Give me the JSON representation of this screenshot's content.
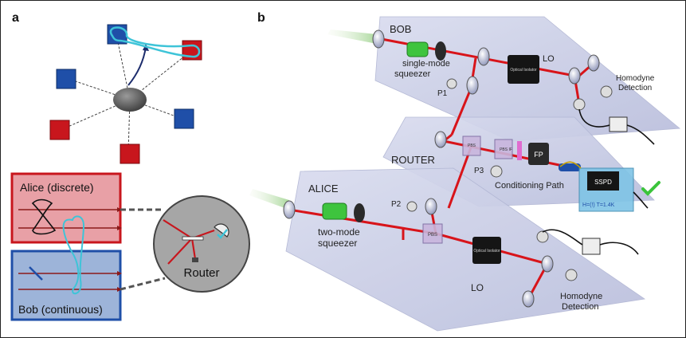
{
  "panel_a": {
    "label": "a",
    "alice_label": "Alice (discrete)",
    "bob_label": "Bob (continuous)",
    "router_label": "Router"
  },
  "panel_b": {
    "label": "b",
    "bob": "BOB",
    "single_mode_squeezer_1": "single-mode",
    "single_mode_squeezer_2": "squeezer",
    "p1": "P1",
    "lo_top": "LO",
    "homodyne_top_1": "Homodyne",
    "homodyne_top_2": "Detection",
    "optical_isolator_top": "Optical Isolator",
    "router": "ROUTER",
    "p3": "P3",
    "conditioning_path": "Conditioning Path",
    "pbs_router": "PBS",
    "pbs_if": "PBS  IF",
    "fp": "FP",
    "sspd": "SSPD",
    "sspd_info": "H=(!)   T=1.4K",
    "alice": "ALICE",
    "p2": "P2",
    "two_mode_squeezer_1": "two-mode",
    "two_mode_squeezer_2": "squeezer",
    "pbs_alice": "PBS",
    "optical_isolator_bottom": "Optical Isolator",
    "lo_bottom": "LO",
    "homodyne_bottom_1": "Homodyne",
    "homodyne_bottom_2": "Detection"
  },
  "colors": {
    "red_node": "#c8161d",
    "blue_node": "#1f4fa8",
    "cyan_path": "#3ec4d8",
    "laser_red": "#d8141a",
    "alice_box": "#e8a0a6",
    "bob_box": "#9db4d9",
    "plate": "#c9cde6",
    "check": "#3bc43b"
  }
}
